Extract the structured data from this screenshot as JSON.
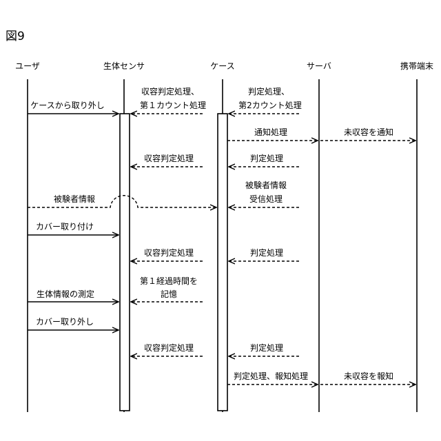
{
  "figure_label": "図9",
  "actors": {
    "user": "ユーザ",
    "sensor": "生体センサ",
    "case": "ケース",
    "server": "サーバ",
    "terminal": "携帯端末"
  },
  "messages": {
    "m1": "ケースから取り外し",
    "m2a": "収容判定処理、",
    "m2b": "第１カウント処理",
    "m3a": "判定処理、",
    "m3b": "第2カウント処理",
    "m4": "通知処理",
    "m5": "未収容を通知",
    "m6": "収容判定処理",
    "m7": "判定処理",
    "m8": "被験者情報",
    "m9a": "被験者情報",
    "m9b": "受信処理",
    "m10": "カバー取り付け",
    "m11": "収容判定処理",
    "m12": "判定処理",
    "m13a": "第１経過時間を",
    "m13b": "記憶",
    "m14": "生体情報の測定",
    "m15": "カバー取り外し",
    "m16": "収容判定処理",
    "m17": "判定処理",
    "m18": "判定処理、報知処理",
    "m19": "未収容を報知"
  }
}
